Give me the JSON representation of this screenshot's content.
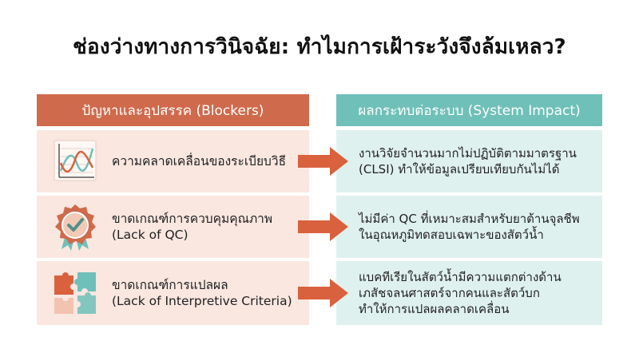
{
  "title": "ช่องว่างทางการวินิจฉัย: ทำไมการเฝ้าระวังจึงล้มเหลว?",
  "headers": {
    "left": "ปัญหาและอุปสรรค (Blockers)",
    "right": "ผลกระทบต่อระบบ (System Impact)"
  },
  "rows": [
    {
      "icon": "line-chart-icon",
      "blocker": [
        "ความคลาดเคลื่อนของระเบียบวิธี"
      ],
      "impact": [
        "งานวิจัยจำนวนมากไม่ปฏิบัติตามมาตรฐาน",
        "(CLSI) ทำให้ข้อมูลเปรียบเทียบกันไม่ได้"
      ]
    },
    {
      "icon": "quality-badge-icon",
      "blocker": [
        "ขาดเกณฑ์การควบคุมคุณภาพ",
        "(Lack of QC)"
      ],
      "impact": [
        "ไม่มีค่า QC ที่เหมาะสมสำหรับยาต้านจุลชีพ",
        "ในอุณหภูมิทดสอบเฉพาะของสัตว์น้ำ"
      ]
    },
    {
      "icon": "puzzle-pieces-icon",
      "blocker": [
        "ขาดเกณฑ์การแปลผล",
        "(Lack of Interpretive Criteria)"
      ],
      "impact": [
        "แบคทีเรียในสัตว์น้ำมีความแตกต่างด้าน",
        "เภสัชจลนศาสตร์จากคนและสัตว์บก",
        "ทำให้การแปลผลคลาดเคลื่อน"
      ]
    }
  ],
  "colors": {
    "left_header": "#cf6a4c",
    "right_header": "#6fc0b9",
    "left_cell": "#f9e7e0",
    "right_cell": "#dff1ef",
    "arrow": "#d9613d"
  }
}
